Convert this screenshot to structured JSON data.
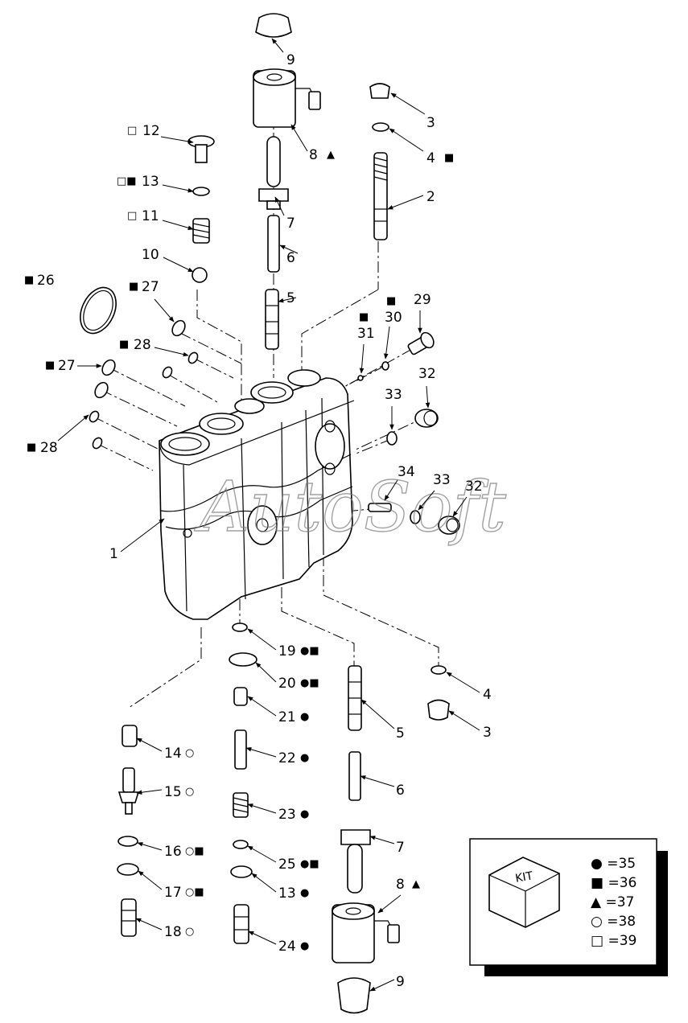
{
  "watermark": "AutoSoft",
  "callouts": [
    {
      "id": "c9a",
      "num": "9",
      "mark": ""
    },
    {
      "id": "c8a",
      "num": "8",
      "mark": "▲"
    },
    {
      "id": "c7a",
      "num": "7",
      "mark": ""
    },
    {
      "id": "c6a",
      "num": "6",
      "mark": ""
    },
    {
      "id": "c5a",
      "num": "5",
      "mark": ""
    },
    {
      "id": "c3a",
      "num": "3",
      "mark": ""
    },
    {
      "id": "c4a",
      "num": "4",
      "mark": "■"
    },
    {
      "id": "c2",
      "num": "2",
      "mark": ""
    },
    {
      "id": "c12",
      "num": "12",
      "mark": "□"
    },
    {
      "id": "c13a",
      "num": "13",
      "mark": "□■"
    },
    {
      "id": "c11",
      "num": "11",
      "mark": "□"
    },
    {
      "id": "c10",
      "num": "10",
      "mark": ""
    },
    {
      "id": "c26",
      "num": "26",
      "mark": "■"
    },
    {
      "id": "c27a",
      "num": "27",
      "mark": "■"
    },
    {
      "id": "c28a",
      "num": "28",
      "mark": "■"
    },
    {
      "id": "c27b",
      "num": "27",
      "mark": "■"
    },
    {
      "id": "c28b",
      "num": "28",
      "mark": "■"
    },
    {
      "id": "c29",
      "num": "29",
      "mark": ""
    },
    {
      "id": "c30",
      "num": "30",
      "mark": "■"
    },
    {
      "id": "c31",
      "num": "31",
      "mark": "■"
    },
    {
      "id": "c32a",
      "num": "32",
      "mark": ""
    },
    {
      "id": "c33a",
      "num": "33",
      "mark": ""
    },
    {
      "id": "c34",
      "num": "34",
      "mark": ""
    },
    {
      "id": "c33b",
      "num": "33",
      "mark": ""
    },
    {
      "id": "c32b",
      "num": "32",
      "mark": ""
    },
    {
      "id": "c1",
      "num": "1",
      "mark": ""
    },
    {
      "id": "c19",
      "num": "19",
      "mark": "●■"
    },
    {
      "id": "c20",
      "num": "20",
      "mark": "●■"
    },
    {
      "id": "c21",
      "num": "21",
      "mark": "●"
    },
    {
      "id": "c22",
      "num": "22",
      "mark": "●"
    },
    {
      "id": "c23",
      "num": "23",
      "mark": "●"
    },
    {
      "id": "c25",
      "num": "25",
      "mark": "●■"
    },
    {
      "id": "c13b",
      "num": "13",
      "mark": "●"
    },
    {
      "id": "c24",
      "num": "24",
      "mark": "●"
    },
    {
      "id": "c14",
      "num": "14",
      "mark": "○"
    },
    {
      "id": "c15",
      "num": "15",
      "mark": "○"
    },
    {
      "id": "c16",
      "num": "16",
      "mark": "○■"
    },
    {
      "id": "c17",
      "num": "17",
      "mark": "○■"
    },
    {
      "id": "c18",
      "num": "18",
      "mark": "○"
    },
    {
      "id": "c4b",
      "num": "4",
      "mark": ""
    },
    {
      "id": "c3b",
      "num": "3",
      "mark": ""
    },
    {
      "id": "c5b",
      "num": "5",
      "mark": ""
    },
    {
      "id": "c6b",
      "num": "6",
      "mark": ""
    },
    {
      "id": "c7b",
      "num": "7",
      "mark": ""
    },
    {
      "id": "c8b",
      "num": "8",
      "mark": "▲"
    },
    {
      "id": "c9b",
      "num": "9",
      "mark": ""
    }
  ],
  "legend": {
    "box_label": "KIT",
    "entries": [
      {
        "symbol": "●",
        "text": "=35"
      },
      {
        "symbol": "■",
        "text": "=36"
      },
      {
        "symbol": "▲",
        "text": "=37"
      },
      {
        "symbol": "○",
        "text": "=38"
      },
      {
        "symbol": "□",
        "text": "=39"
      }
    ]
  }
}
